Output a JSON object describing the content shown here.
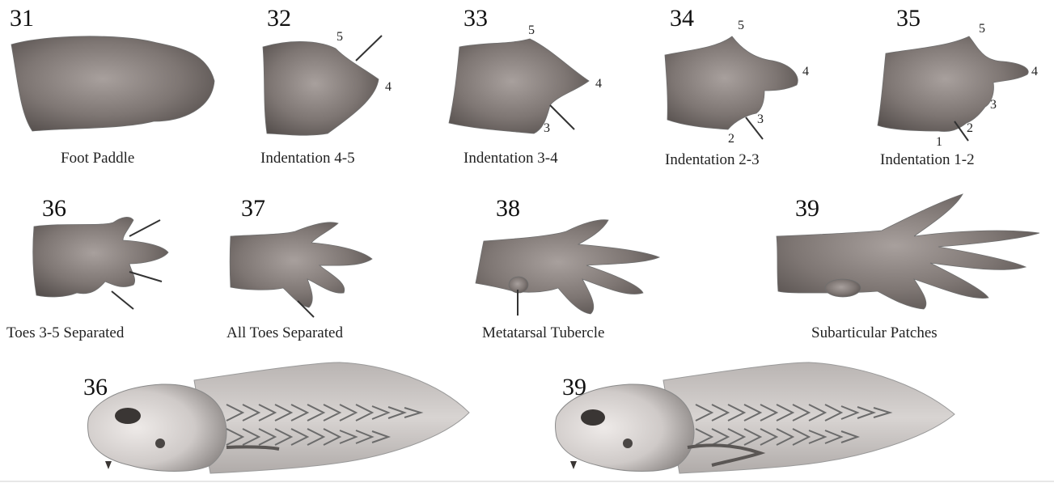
{
  "title": "",
  "stages": [
    {
      "number": "31",
      "caption": "Foot Paddle",
      "digits": []
    },
    {
      "number": "32",
      "caption": "Indentation 4-5",
      "digits": [
        "5",
        "4"
      ]
    },
    {
      "number": "33",
      "caption": "Indentation 3-4",
      "digits": [
        "5",
        "4",
        "3"
      ]
    },
    {
      "number": "34",
      "caption": "Indentation 2-3",
      "digits": [
        "5",
        "4",
        "3",
        "2"
      ]
    },
    {
      "number": "35",
      "caption": "Indentation 1-2",
      "digits": [
        "5",
        "4",
        "3",
        "2",
        "1"
      ]
    },
    {
      "number": "36",
      "caption": "Toes 3-5 Separated",
      "digits": []
    },
    {
      "number": "37",
      "caption": "All Toes Separated",
      "digits": []
    },
    {
      "number": "38",
      "caption": "Metatarsal Tubercle",
      "digits": []
    },
    {
      "number": "39",
      "caption": "Subarticular Patches",
      "digits": []
    }
  ],
  "tadpoles": [
    {
      "number": "36"
    },
    {
      "number": "39"
    }
  ],
  "colors": {
    "limb_light": "#a39b98",
    "limb_dark": "#4f4947",
    "body_light": "#e2dedc",
    "body_dark": "#8d8886",
    "lead_line": "#333333"
  }
}
